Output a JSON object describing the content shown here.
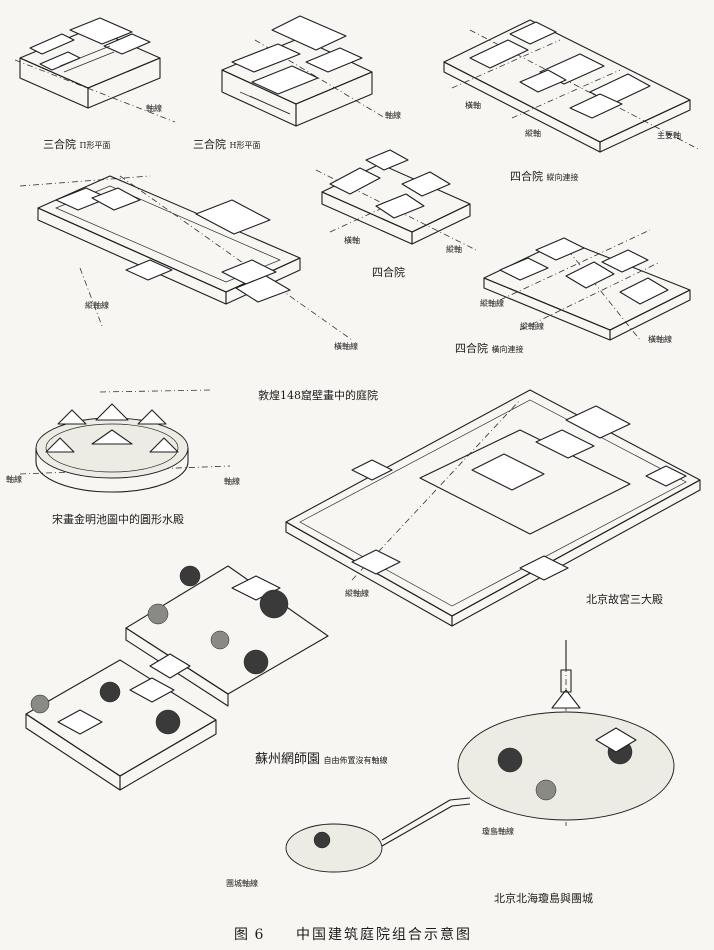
{
  "figure": {
    "number": "图 6",
    "title": "中国建筑庭院组合示意图"
  },
  "labels": {
    "sanheyuan_pi": {
      "name": "三合院",
      "note": "П形平面"
    },
    "sanheyuan_h": {
      "name": "三合院",
      "note": "H形平面"
    },
    "siheyuan_vertical": {
      "name": "四合院",
      "note": "縱向連接"
    },
    "siheyuan": {
      "name": "四合院"
    },
    "siheyuan_horizontal": {
      "name": "四合院",
      "note": "橫向連接"
    },
    "dunhuang": "敦煌148窟壁畫中的庭院",
    "song_painting": "宋畫金明池圖中的圓形水殿",
    "forbidden_city": "北京故宮三大殿",
    "wangshi_garden": {
      "name": "蘇州網師園",
      "note": "自由佈置沒有軸線"
    },
    "beihai": "北京北海瓊島與團城"
  },
  "axis_labels": {
    "zhouxian": "軸線",
    "hengzhou": "橫軸",
    "zongzhou": "縱軸",
    "zhuyaozhou": "主要軸",
    "zongzhouxian": "縱軸線",
    "hengzhouxian": "橫軸線",
    "qiongdao_axis": "瓊島軸線",
    "tuancheng_axis": "團城軸線"
  }
}
